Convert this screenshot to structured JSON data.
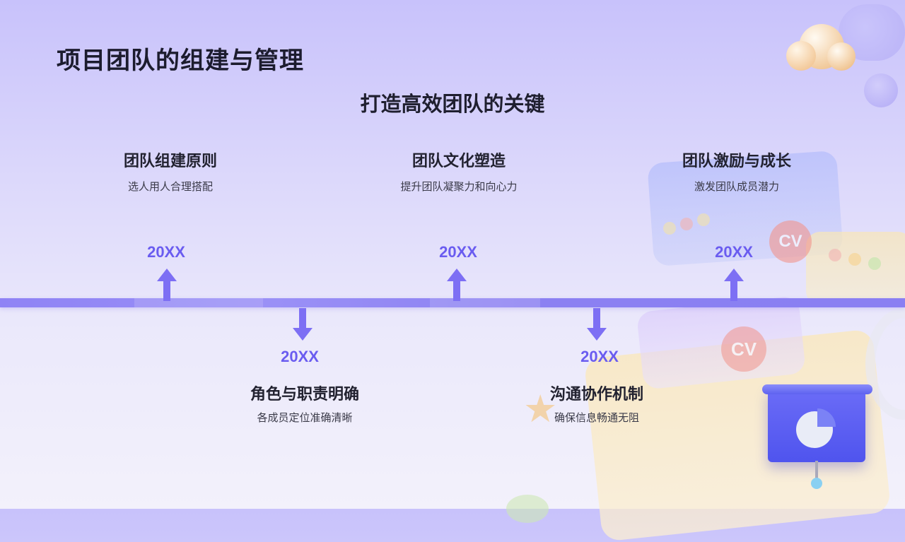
{
  "page": {
    "title": "项目团队的组建与管理",
    "subtitle": "打造高效团队的关键"
  },
  "timeline": {
    "milestones": [
      {
        "position": "above",
        "year": "20XX",
        "title": "团队组建原则",
        "desc": "选人用人合理搭配",
        "arrow": "up"
      },
      {
        "position": "below",
        "year": "20XX",
        "title": "角色与职责明确",
        "desc": "各成员定位准确清晰",
        "arrow": "down"
      },
      {
        "position": "above",
        "year": "20XX",
        "title": "团队文化塑造",
        "desc": "提升团队凝聚力和向心力",
        "arrow": "up"
      },
      {
        "position": "below",
        "year": "20XX",
        "title": "沟通协作机制",
        "desc": "确保信息畅通无阻",
        "arrow": "down"
      },
      {
        "position": "above",
        "year": "20XX",
        "title": "团队激励与成长",
        "desc": "激发团队成员潜力",
        "arrow": "up"
      }
    ]
  },
  "decorations": {
    "badge_text": "CV",
    "icons": [
      "cloud-icon",
      "orb-icon",
      "window-icon",
      "folder-icon",
      "cv-badge-icon",
      "star-icon",
      "presentation-board-icon",
      "pie-chart-icon"
    ]
  },
  "colors": {
    "accent": "#6a5cf0",
    "timeline": "#8f83f5",
    "title": "#1c1c2e",
    "background_top": "#c8c2fb",
    "background_bottom": "#f3f1fb"
  }
}
